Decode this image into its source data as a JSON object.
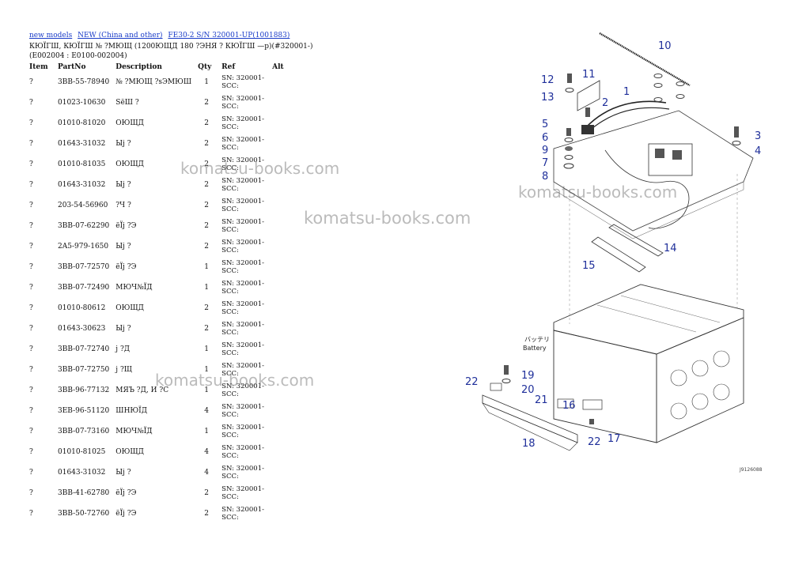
{
  "breadcrumb": {
    "link1": "new models",
    "link2": "NEW (China and other)",
    "link3": "FE30-2 S/N 320001-UP(1001883)"
  },
  "subtitle": "КЮЇГШ, КЮЇГШ № ?МЮЩ (1200ЮЩД 180 ?ЭНЯ ? КЮЇГШ —р)(#320001-)(E002004 : E0100-002004)",
  "table": {
    "headers": [
      "Item",
      "PartNo",
      "Description",
      "Qty",
      "Ref",
      "Alt"
    ],
    "rows": [
      {
        "item": "?",
        "part": "3BB-55-78940",
        "desc": "№ ?МЮЩ ?sЭМЮШ",
        "qty": "1",
        "ref": "SN: 320001-SCC:",
        "alt": ""
      },
      {
        "item": "?",
        "part": "01023-10630",
        "desc": "SёШ ?",
        "qty": "2",
        "ref": "SN: 320001-SCC:",
        "alt": ""
      },
      {
        "item": "?",
        "part": "01010-81020",
        "desc": "ОЮЩД",
        "qty": "2",
        "ref": "SN: 320001-SCC:",
        "alt": ""
      },
      {
        "item": "?",
        "part": "01643-31032",
        "desc": "Ыј ?",
        "qty": "2",
        "ref": "SN: 320001-SCC:",
        "alt": ""
      },
      {
        "item": "?",
        "part": "01010-81035",
        "desc": "ОЮЩД",
        "qty": "2",
        "ref": "SN: 320001-SCC:",
        "alt": ""
      },
      {
        "item": "?",
        "part": "01643-31032",
        "desc": "Ыј ?",
        "qty": "2",
        "ref": "SN: 320001-SCC:",
        "alt": ""
      },
      {
        "item": "?",
        "part": "203-54-56960",
        "desc": "?Ч ?",
        "qty": "2",
        "ref": "SN: 320001-SCC:",
        "alt": ""
      },
      {
        "item": "?",
        "part": "3BB-07-62290",
        "desc": "ёЇј ?Э",
        "qty": "2",
        "ref": "SN: 320001-SCC:",
        "alt": ""
      },
      {
        "item": "?",
        "part": "2A5-979-1650",
        "desc": "Ыј ?",
        "qty": "2",
        "ref": "SN: 320001-SCC:",
        "alt": ""
      },
      {
        "item": "?",
        "part": "3BB-07-72570",
        "desc": "ёЇј ?Э",
        "qty": "1",
        "ref": "SN: 320001-SCC:",
        "alt": ""
      },
      {
        "item": "?",
        "part": "3BB-07-72490",
        "desc": "МЮЧ№ЇД",
        "qty": "1",
        "ref": "SN: 320001-SCC:",
        "alt": ""
      },
      {
        "item": "?",
        "part": "01010-80612",
        "desc": "ОЮЩД",
        "qty": "2",
        "ref": "SN: 320001-SCC:",
        "alt": ""
      },
      {
        "item": "?",
        "part": "01643-30623",
        "desc": "Ыј ?",
        "qty": "2",
        "ref": "SN: 320001-SCC:",
        "alt": ""
      },
      {
        "item": "?",
        "part": "3BB-07-72740",
        "desc": "ј ?Д",
        "qty": "1",
        "ref": "SN: 320001-SCC:",
        "alt": ""
      },
      {
        "item": "?",
        "part": "3BB-07-72750",
        "desc": "ј ?Щ",
        "qty": "1",
        "ref": "SN: 320001-SCC:",
        "alt": ""
      },
      {
        "item": "?",
        "part": "3BB-96-77132",
        "desc": "МЯЪ ?Д, И ?С",
        "qty": "1",
        "ref": "SN: 320001-SCC:",
        "alt": ""
      },
      {
        "item": "?",
        "part": "3EB-96-51120",
        "desc": "ШНЮЇД",
        "qty": "4",
        "ref": "SN: 320001-SCC:",
        "alt": ""
      },
      {
        "item": "?",
        "part": "3BB-07-73160",
        "desc": "МЮЧ№ЇД",
        "qty": "1",
        "ref": "SN: 320001-SCC:",
        "alt": ""
      },
      {
        "item": "?",
        "part": "01010-81025",
        "desc": "ОЮЩД",
        "qty": "4",
        "ref": "SN: 320001-SCC:",
        "alt": ""
      },
      {
        "item": "?",
        "part": "01643-31032",
        "desc": "Ыј ?",
        "qty": "4",
        "ref": "SN: 320001-SCC:",
        "alt": ""
      },
      {
        "item": "?",
        "part": "3BB-41-62780",
        "desc": "ёЇј ?Э",
        "qty": "2",
        "ref": "SN: 320001-SCC:",
        "alt": ""
      },
      {
        "item": "?",
        "part": "3BB-50-72760",
        "desc": "ёЇј ?Э",
        "qty": "2",
        "ref": "SN: 320001-SCC:",
        "alt": ""
      }
    ]
  },
  "watermark": "komatsu-books.com",
  "diagram": {
    "callouts": [
      "10",
      "11",
      "12",
      "13",
      "1",
      "2",
      "5",
      "3",
      "6",
      "4",
      "9",
      "7",
      "8",
      "14",
      "15",
      "19",
      "22",
      "20",
      "21",
      "16",
      "22",
      "17",
      "18"
    ],
    "battery_jp": "バッテリ",
    "battery_en": "Battery",
    "code": "J9126088"
  }
}
